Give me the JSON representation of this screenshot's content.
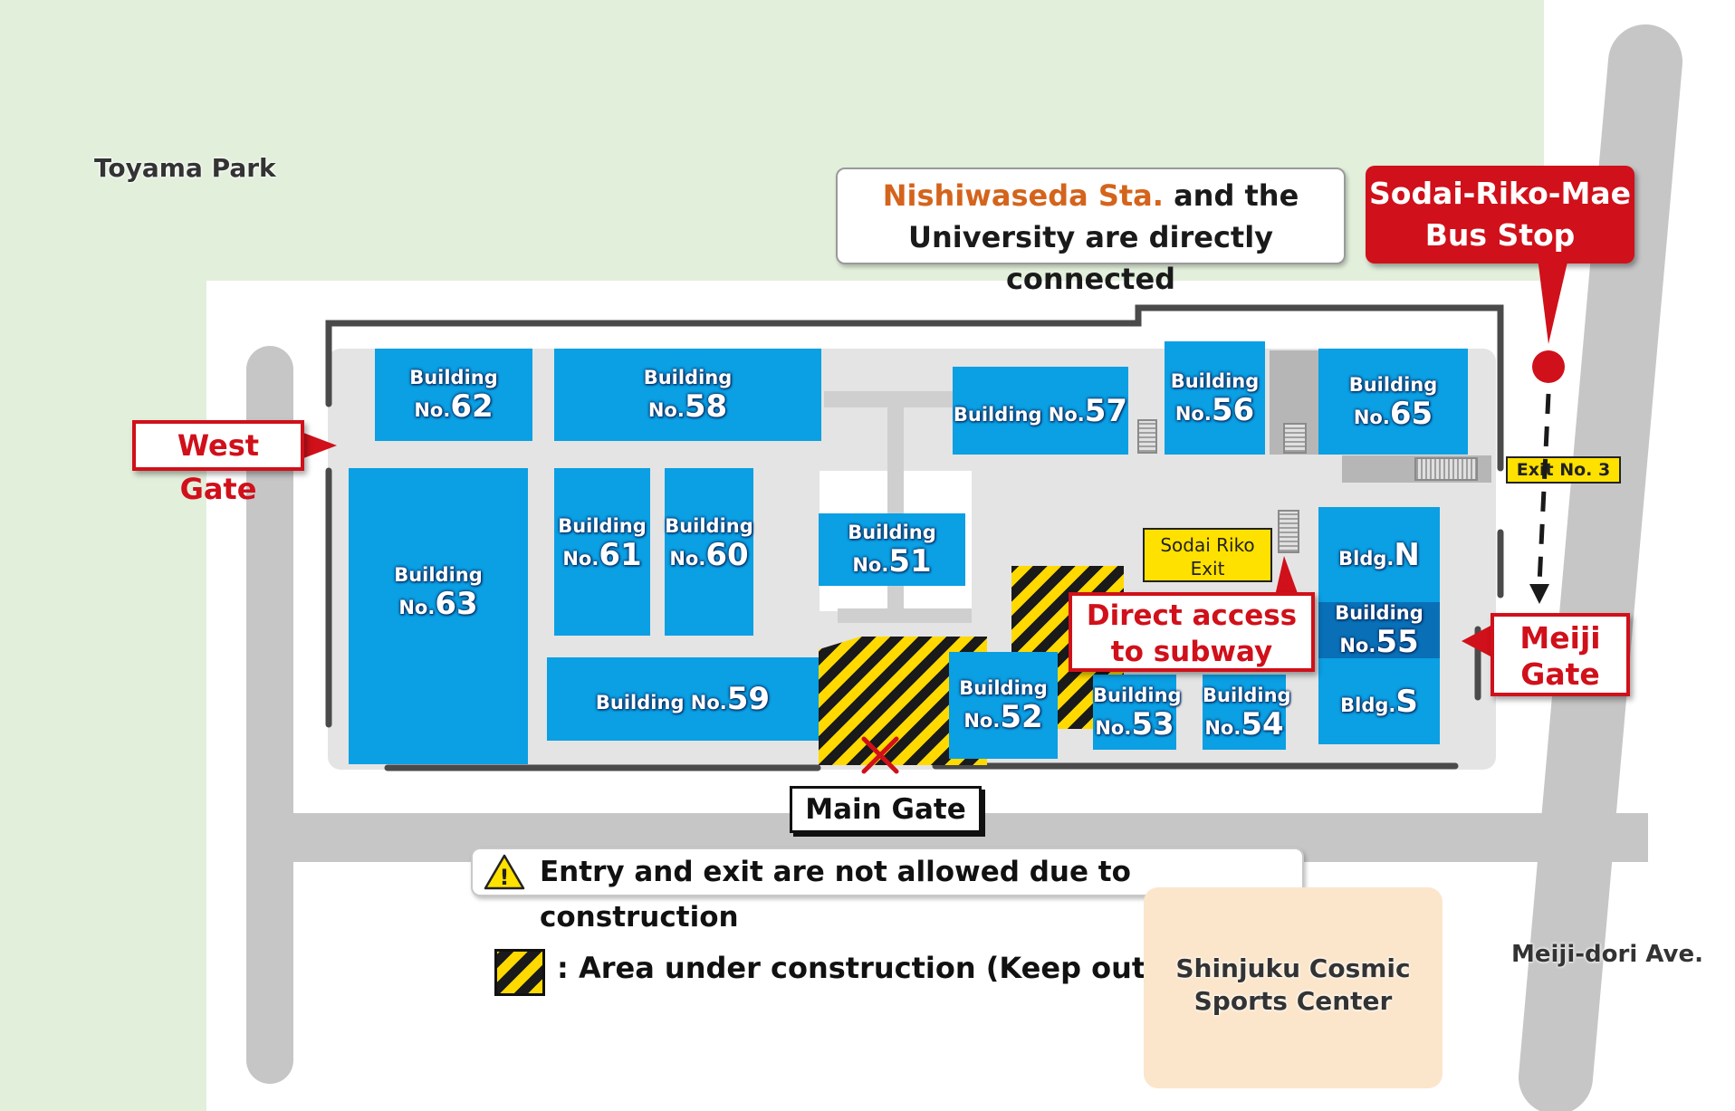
{
  "places": {
    "toyama_park": "Toyama Park",
    "meiji_dori": "Meiji-dori Ave.",
    "sports_center": [
      "Shinjuku Cosmic",
      "Sports Center"
    ]
  },
  "callouts": {
    "station_highlight": "Nishiwaseda Sta.",
    "station_line1_rest": " and the",
    "station_line2": "University are directly connected",
    "bus_stop": [
      "Sodai-Riko-Mae",
      "Bus Stop"
    ],
    "west_gate": "West Gate",
    "meiji_gate": [
      "Meiji",
      "Gate"
    ],
    "main_gate": "Main Gate",
    "exit_no3": "Exit No. 3",
    "sodai_riko_exit": [
      "Sodai Riko",
      "Exit"
    ],
    "direct_access": [
      "Direct access",
      "to subway"
    ],
    "warning_icon": "!",
    "no_entry": "Entry and exit are not allowed due to construction",
    "legend_text": ": Area under construction (Keep out)"
  },
  "buildings": {
    "b62": {
      "pre": "Building",
      "no": "No.",
      "num": "62"
    },
    "b58": {
      "pre": "Building",
      "no": "No.",
      "num": "58"
    },
    "b57": {
      "pre": "Building No.",
      "num": "57"
    },
    "b56": {
      "pre": "Building",
      "no": "No.",
      "num": "56"
    },
    "b65": {
      "pre": "Building",
      "no": "No.",
      "num": "65"
    },
    "b63": {
      "pre": "Building",
      "no": "No.",
      "num": "63"
    },
    "b61": {
      "pre": "Building",
      "no": "No.",
      "num": "61"
    },
    "b60": {
      "pre": "Building",
      "no": "No.",
      "num": "60"
    },
    "b51": {
      "pre": "Building",
      "no": "No.",
      "num": "51"
    },
    "b59": {
      "pre": "Building No.",
      "num": "59"
    },
    "b52": {
      "pre": "Building",
      "no": "No.",
      "num": "52"
    },
    "b53": {
      "pre": "Building",
      "no": "No.",
      "num": "53"
    },
    "b54": {
      "pre": "Building",
      "no": "No.",
      "num": "54"
    },
    "b55": {
      "pre": "Building",
      "no": "No.",
      "num": "55"
    },
    "bN": {
      "pre": "Bldg.",
      "num": "N"
    },
    "bS": {
      "pre": "Bldg.",
      "num": "S"
    }
  },
  "colors": {
    "park": "#e2efdb",
    "building": "#0b9fe3",
    "building_dark": "#0970b7",
    "gate_red": "#d0101a",
    "station_orange": "#d4641c",
    "exit_yellow": "#ffe100",
    "sports_center": "#fbe6cc"
  }
}
